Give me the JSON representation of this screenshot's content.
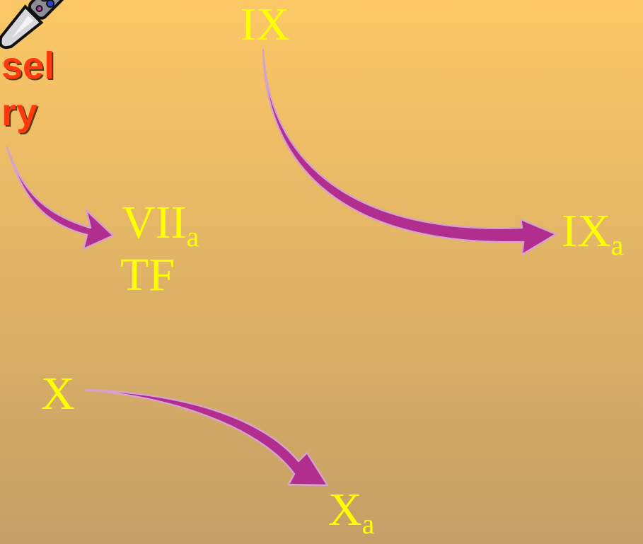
{
  "colors": {
    "background_top": "#FCC866",
    "background_bottom": "#C49F66",
    "factor_text": "#FFFF00",
    "arrow_fill": "#B12E8F",
    "arrow_outline": "#D7A2CC",
    "label_red": "#FF3A10"
  },
  "icons": [
    "scalpel-icon"
  ],
  "injury_label": {
    "line1": "sel",
    "line2": "ry"
  },
  "factors": {
    "ix": {
      "base": "IX",
      "sub": ""
    },
    "ixa": {
      "base": "IX",
      "sub": "a"
    },
    "viia": {
      "base": "VII",
      "sub": "a"
    },
    "tf": {
      "base": "TF",
      "sub": ""
    },
    "x": {
      "base": "X",
      "sub": ""
    },
    "xa": {
      "base": "X",
      "sub": "a"
    }
  }
}
